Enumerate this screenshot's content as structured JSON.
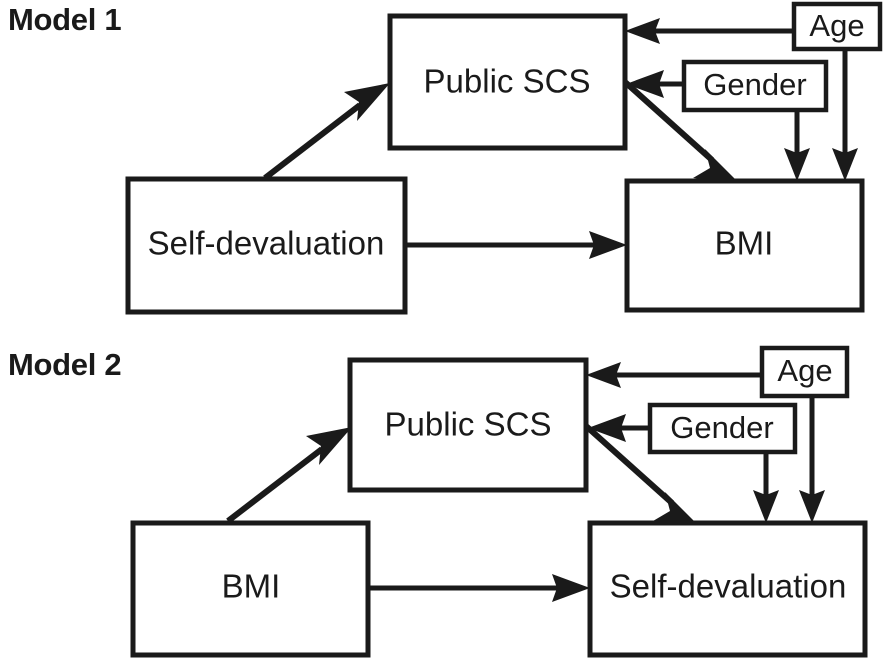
{
  "figure": {
    "type": "path-diagram",
    "background_color": "#ffffff",
    "stroke_color": "#1a1a1a"
  },
  "models": [
    {
      "title": "Model 1",
      "nodes": [
        {
          "id": "public_scs",
          "label": "Public SCS"
        },
        {
          "id": "self_devaluation",
          "label": "Self-devaluation"
        },
        {
          "id": "bmi",
          "label": "BMI"
        },
        {
          "id": "age",
          "label": "Age"
        },
        {
          "id": "gender",
          "label": "Gender"
        }
      ],
      "edges": [
        {
          "from": "Self-devaluation",
          "to": "Public SCS",
          "style": "diagonal-up"
        },
        {
          "from": "Self-devaluation",
          "to": "BMI",
          "style": "horizontal"
        },
        {
          "from": "Public SCS",
          "to": "BMI",
          "style": "diagonal-down"
        },
        {
          "from": "Age",
          "to": "Public SCS",
          "style": "horizontal-left"
        },
        {
          "from": "Gender",
          "to": "Public SCS",
          "style": "horizontal-left"
        },
        {
          "from": "Gender",
          "to": "BMI",
          "style": "vertical-down"
        },
        {
          "from": "Age",
          "to": "BMI",
          "style": "vertical-down"
        }
      ]
    },
    {
      "title": "Model 2",
      "nodes": [
        {
          "id": "public_scs",
          "label": "Public SCS"
        },
        {
          "id": "bmi",
          "label": "BMI"
        },
        {
          "id": "self_devaluation",
          "label": "Self-devaluation"
        },
        {
          "id": "age",
          "label": "Age"
        },
        {
          "id": "gender",
          "label": "Gender"
        }
      ],
      "edges": [
        {
          "from": "BMI",
          "to": "Public SCS",
          "style": "diagonal-up"
        },
        {
          "from": "BMI",
          "to": "Self-devaluation",
          "style": "horizontal"
        },
        {
          "from": "Public SCS",
          "to": "Self-devaluation",
          "style": "diagonal-down"
        },
        {
          "from": "Age",
          "to": "Public SCS",
          "style": "horizontal-left"
        },
        {
          "from": "Gender",
          "to": "Public SCS",
          "style": "horizontal-left"
        },
        {
          "from": "Gender",
          "to": "Self-devaluation",
          "style": "vertical-down"
        },
        {
          "from": "Age",
          "to": "Self-devaluation",
          "style": "vertical-down"
        }
      ]
    }
  ],
  "labels": {
    "m1_title": "Model 1",
    "m1_public_scs": "Public SCS",
    "m1_self_devaluation": "Self-devaluation",
    "m1_bmi": "BMI",
    "m1_age": "Age",
    "m1_gender": "Gender",
    "m2_title": "Model 2",
    "m2_public_scs": "Public SCS",
    "m2_bmi": "BMI",
    "m2_self_devaluation": "Self-devaluation",
    "m2_age": "Age",
    "m2_gender": "Gender"
  }
}
